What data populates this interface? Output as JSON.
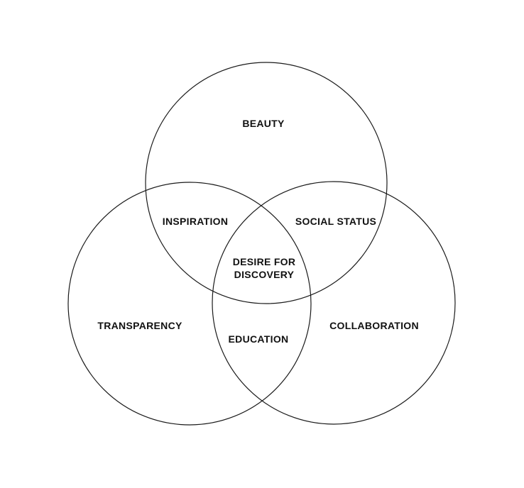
{
  "venn": {
    "type": "venn",
    "sets": [
      {
        "id": "top",
        "label": "BEAUTY"
      },
      {
        "id": "bottom_left",
        "label": "TRANSPARENCY"
      },
      {
        "id": "bottom_right",
        "label": "COLLABORATION"
      }
    ],
    "intersections": {
      "top_left": {
        "label": "INSPIRATION",
        "between": [
          "BEAUTY",
          "TRANSPARENCY"
        ]
      },
      "top_right": {
        "label": "SOCIAL STATUS",
        "between": [
          "BEAUTY",
          "COLLABORATION"
        ]
      },
      "bottom": {
        "label": "EDUCATION",
        "between": [
          "TRANSPARENCY",
          "COLLABORATION"
        ]
      },
      "center": {
        "label": "DESIRE FOR DISCOVERY",
        "lines": [
          "DESIRE FOR",
          "DISCOVERY"
        ],
        "between": [
          "BEAUTY",
          "TRANSPARENCY",
          "COLLABORATION"
        ]
      }
    },
    "colors": {
      "stroke": "#1a1a1a",
      "text": "#111111",
      "background": "#ffffff"
    }
  }
}
